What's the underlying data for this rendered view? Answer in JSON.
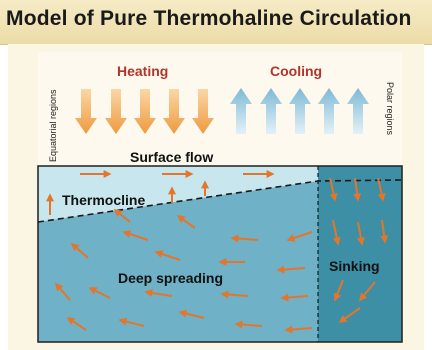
{
  "title": "Model of Pure Thermohaline Circulation",
  "labels": {
    "heating": "Heating",
    "cooling": "Cooling",
    "equatorial": "Equatorial regions",
    "polar": "Polar regions",
    "surface_flow": "Surface flow",
    "thermocline": "Thermocline",
    "deep_spreading": "Deep spreading",
    "sinking": "Sinking"
  },
  "colors": {
    "heating_text": "#b0352a",
    "cooling_text": "#b0352a",
    "heat_arrow": "#f0a049",
    "cool_arrow": "#8fc3de",
    "ocean_surface": "#c8e6ee",
    "ocean_deep": "#6fb1c6",
    "sinking_region": "#3d8fa6",
    "flow_arrow": "#e2762c"
  }
}
